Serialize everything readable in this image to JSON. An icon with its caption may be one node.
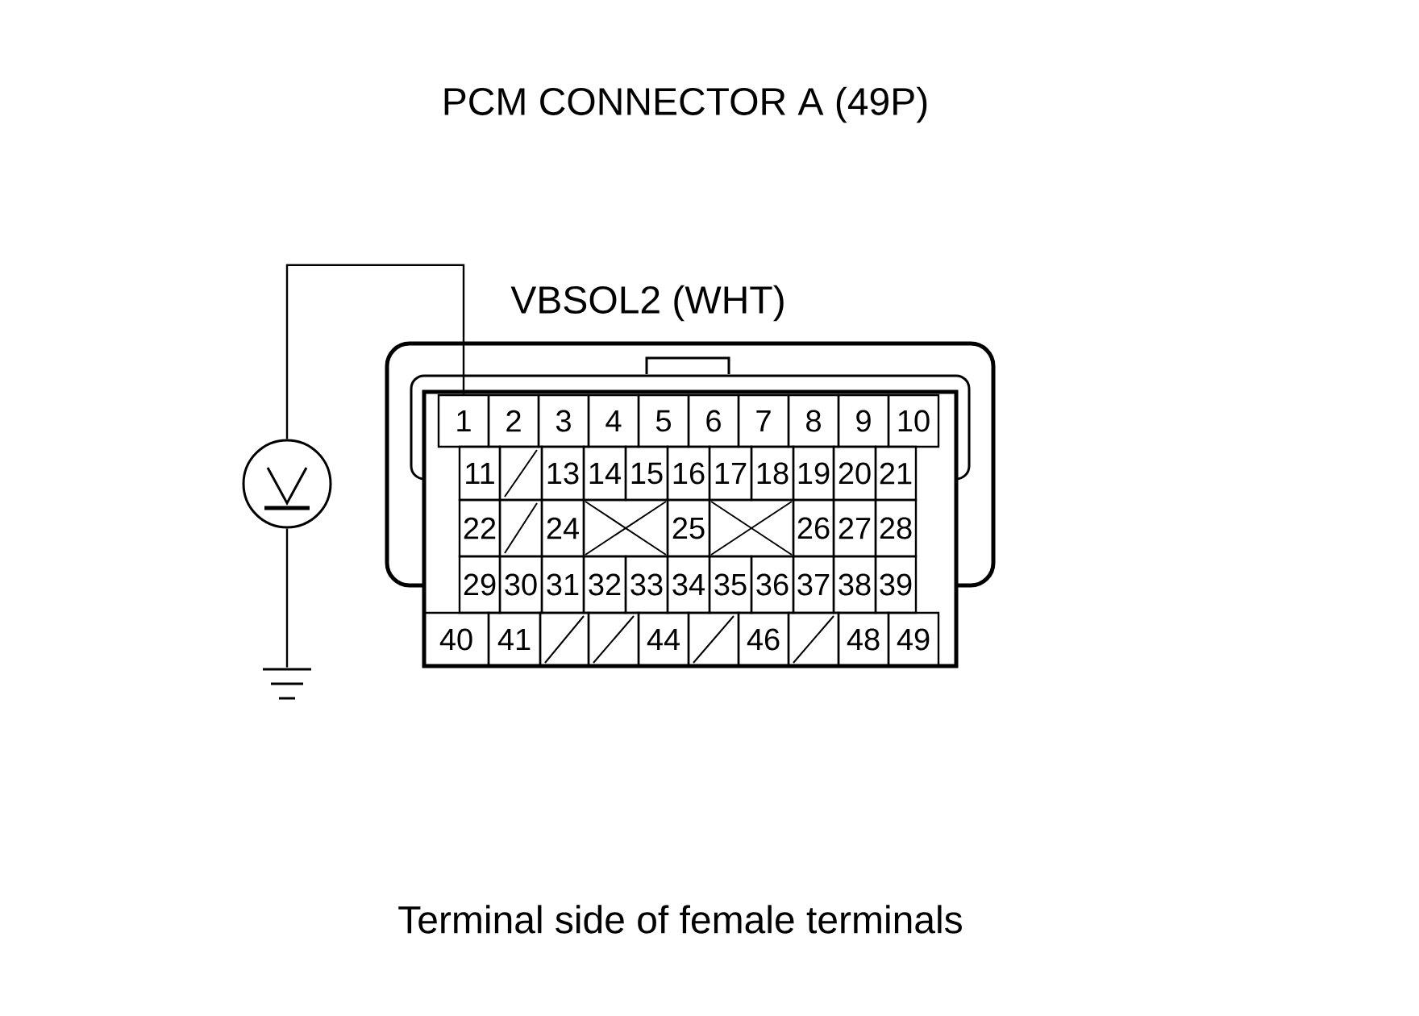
{
  "diagram": {
    "title": "PCM CONNECTOR A (49P)",
    "caption": "Terminal side of female terminals",
    "nodes": [
      {
        "text": [],
        "shape": "box"
      },
      {
        "text": [],
        "shape": "circle"
      },
      {
        "text": [],
        "shape": "ground"
      },
      {
        "text": [
          "1"
        ],
        "in": 0
      },
      {
        "text": [
          "2"
        ],
        "in": 0
      },
      {
        "text": [
          "3"
        ],
        "in": 0
      },
      {
        "text": [
          "4"
        ],
        "in": 0
      },
      {
        "text": [
          "5"
        ],
        "in": 0
      },
      {
        "text": [
          "6"
        ],
        "in": 0
      },
      {
        "text": [
          "7"
        ],
        "in": 0
      },
      {
        "text": [
          "8"
        ],
        "in": 0
      },
      {
        "text": [
          "9"
        ],
        "in": 0
      },
      {
        "text": [
          "10"
        ],
        "in": 0
      },
      {
        "text": [
          "11"
        ],
        "in": 0
      },
      {
        "text": [],
        "shape": "box",
        "in": 0
      },
      {
        "text": [
          "13"
        ],
        "in": 0
      },
      {
        "text": [
          "14"
        ],
        "in": 0
      },
      {
        "text": [
          "15"
        ],
        "in": 0
      },
      {
        "text": [
          "16"
        ],
        "in": 0
      },
      {
        "text": [
          "17"
        ],
        "in": 0
      },
      {
        "text": [
          "18"
        ],
        "in": 0
      },
      {
        "text": [
          "19"
        ],
        "in": 0
      },
      {
        "text": [
          "20"
        ],
        "in": 0
      },
      {
        "text": [
          "21"
        ],
        "in": 0
      },
      {
        "text": [
          "22"
        ],
        "in": 0
      },
      {
        "text": [],
        "shape": "box",
        "in": 0
      },
      {
        "text": [
          "24"
        ],
        "in": 0
      },
      {
        "text": [],
        "shape": "box",
        "in": 0
      },
      {
        "text": [
          "25"
        ],
        "in": 0
      },
      {
        "text": [],
        "shape": "box",
        "in": 0
      },
      {
        "text": [
          "26"
        ],
        "in": 0
      },
      {
        "text": [
          "27"
        ],
        "in": 0
      },
      {
        "text": [
          "28"
        ],
        "in": 0
      },
      {
        "text": [
          "29"
        ],
        "in": 0
      },
      {
        "text": [
          "30"
        ],
        "in": 0
      },
      {
        "text": [
          "31"
        ],
        "in": 0
      },
      {
        "text": [
          "32"
        ],
        "in": 0
      },
      {
        "text": [
          "33"
        ],
        "in": 0
      },
      {
        "text": [
          "34"
        ],
        "in": 0
      },
      {
        "text": [
          "35"
        ],
        "in": 0
      },
      {
        "text": [
          "36"
        ],
        "in": 0
      },
      {
        "text": [
          "37"
        ],
        "in": 0
      },
      {
        "text": [
          "38"
        ],
        "in": 0
      },
      {
        "text": [
          "39"
        ],
        "in": 0
      },
      {
        "text": [
          "40"
        ],
        "in": 0
      },
      {
        "text": [
          "41"
        ],
        "in": 0
      },
      {
        "text": [],
        "shape": "box",
        "in": 0
      },
      {
        "text": [],
        "shape": "box",
        "in": 0
      },
      {
        "text": [
          "44"
        ],
        "in": 0
      },
      {
        "text": [],
        "shape": "box",
        "in": 0
      },
      {
        "text": [
          "46"
        ],
        "in": 0
      },
      {
        "text": [],
        "shape": "box",
        "in": 0
      },
      {
        "text": [
          "48"
        ],
        "in": 0
      },
      {
        "text": [
          "49"
        ],
        "in": 0
      }
    ],
    "edges": [
      {
        "from": 1,
        "to": 3,
        "arrow": "none",
        "label": "VBSOL2 (WHT)"
      },
      {
        "from": 1,
        "to": 2,
        "arrow": "none"
      }
    ]
  }
}
